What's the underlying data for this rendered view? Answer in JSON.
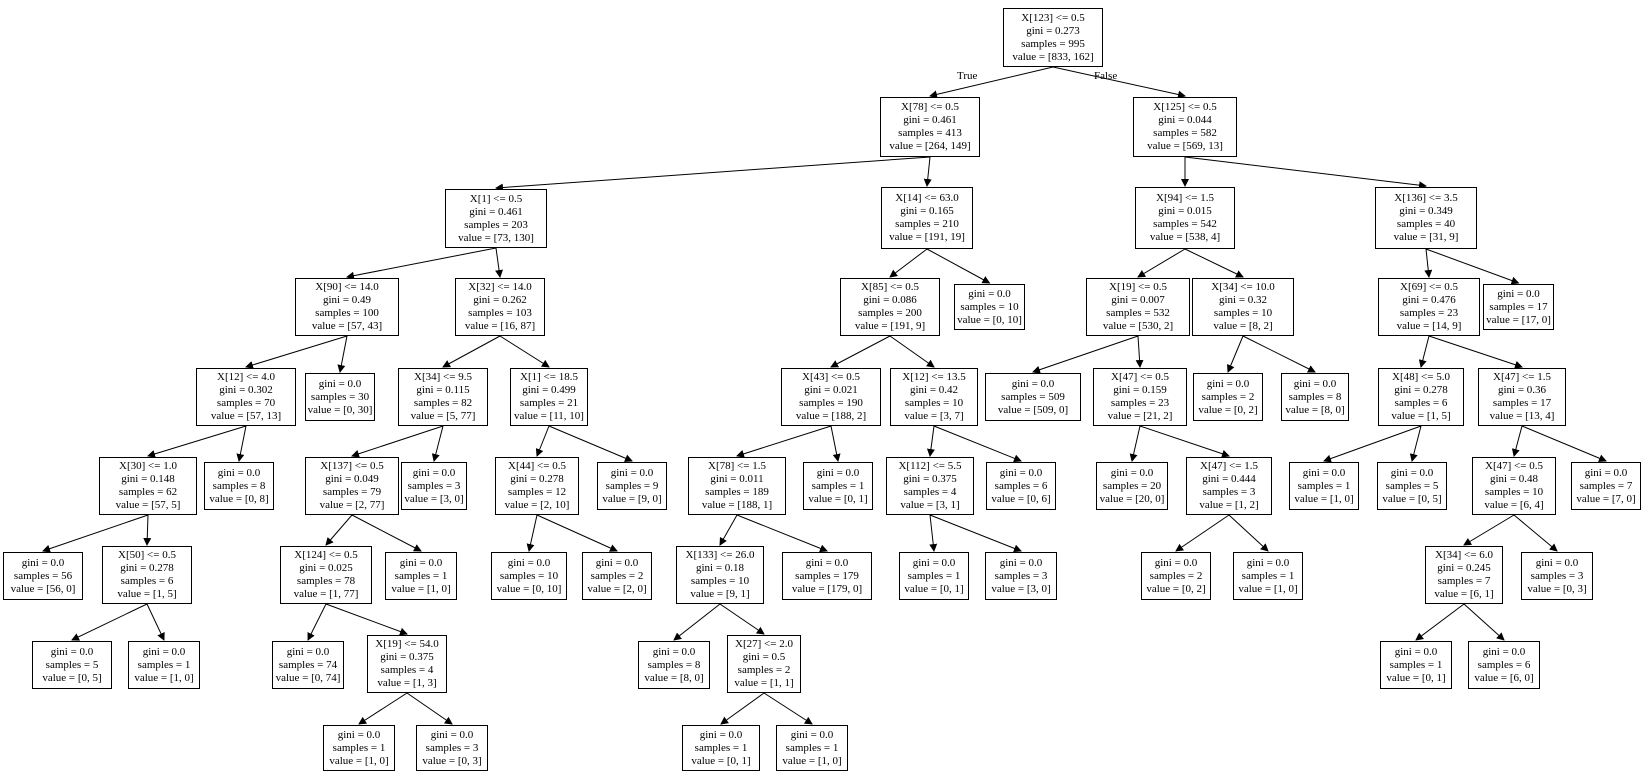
{
  "edge_labels": {
    "true_label": "True",
    "false_label": "False"
  },
  "nodes": [
    {
      "id": "n0",
      "lines": [
        "X[123] <= 0.5",
        "gini = 0.273",
        "samples = 995",
        "value = [833, 162]"
      ]
    },
    {
      "id": "n1",
      "lines": [
        "X[78] <= 0.5",
        "gini = 0.461",
        "samples = 413",
        "value = [264, 149]"
      ]
    },
    {
      "id": "n2",
      "lines": [
        "X[125] <= 0.5",
        "gini = 0.044",
        "samples = 582",
        "value = [569, 13]"
      ]
    },
    {
      "id": "n3",
      "lines": [
        "X[1] <= 0.5",
        "gini = 0.461",
        "samples = 203",
        "value = [73, 130]"
      ]
    },
    {
      "id": "n4",
      "lines": [
        "X[14] <= 63.0",
        "gini = 0.165",
        "samples = 210",
        "value = [191, 19]"
      ]
    },
    {
      "id": "n5",
      "lines": [
        "X[94] <= 1.5",
        "gini = 0.015",
        "samples = 542",
        "value = [538, 4]"
      ]
    },
    {
      "id": "n6",
      "lines": [
        "X[136] <= 3.5",
        "gini = 0.349",
        "samples = 40",
        "value = [31, 9]"
      ]
    },
    {
      "id": "n7",
      "lines": [
        "X[90] <= 14.0",
        "gini = 0.49",
        "samples = 100",
        "value = [57, 43]"
      ]
    },
    {
      "id": "n8",
      "lines": [
        "X[32] <= 14.0",
        "gini = 0.262",
        "samples = 103",
        "value = [16, 87]"
      ]
    },
    {
      "id": "n9",
      "lines": [
        "X[85] <= 0.5",
        "gini = 0.086",
        "samples = 200",
        "value = [191, 9]"
      ]
    },
    {
      "id": "n10",
      "lines": [
        "gini = 0.0",
        "samples = 10",
        "value = [0, 10]"
      ]
    },
    {
      "id": "n11",
      "lines": [
        "X[19] <= 0.5",
        "gini = 0.007",
        "samples = 532",
        "value = [530, 2]"
      ]
    },
    {
      "id": "n12",
      "lines": [
        "X[34] <= 10.0",
        "gini = 0.32",
        "samples = 10",
        "value = [8, 2]"
      ]
    },
    {
      "id": "n13",
      "lines": [
        "X[69] <= 0.5",
        "gini = 0.476",
        "samples = 23",
        "value = [14, 9]"
      ]
    },
    {
      "id": "n14",
      "lines": [
        "gini = 0.0",
        "samples = 17",
        "value = [17, 0]"
      ]
    },
    {
      "id": "n15",
      "lines": [
        "X[12] <= 4.0",
        "gini = 0.302",
        "samples = 70",
        "value = [57, 13]"
      ]
    },
    {
      "id": "n16",
      "lines": [
        "gini = 0.0",
        "samples = 30",
        "value = [0, 30]"
      ]
    },
    {
      "id": "n17",
      "lines": [
        "X[34] <= 9.5",
        "gini = 0.115",
        "samples = 82",
        "value = [5, 77]"
      ]
    },
    {
      "id": "n18",
      "lines": [
        "X[1] <= 18.5",
        "gini = 0.499",
        "samples = 21",
        "value = [11, 10]"
      ]
    },
    {
      "id": "n19",
      "lines": [
        "X[43] <= 0.5",
        "gini = 0.021",
        "samples = 190",
        "value = [188, 2]"
      ]
    },
    {
      "id": "n20",
      "lines": [
        "X[12] <= 13.5",
        "gini = 0.42",
        "samples = 10",
        "value = [3, 7]"
      ]
    },
    {
      "id": "n21",
      "lines": [
        "gini = 0.0",
        "samples = 509",
        "value = [509, 0]"
      ]
    },
    {
      "id": "n22",
      "lines": [
        "X[47] <= 0.5",
        "gini = 0.159",
        "samples = 23",
        "value = [21, 2]"
      ]
    },
    {
      "id": "n23",
      "lines": [
        "gini = 0.0",
        "samples = 2",
        "value = [0, 2]"
      ]
    },
    {
      "id": "n24",
      "lines": [
        "gini = 0.0",
        "samples = 8",
        "value = [8, 0]"
      ]
    },
    {
      "id": "n25",
      "lines": [
        "X[48] <= 5.0",
        "gini = 0.278",
        "samples = 6",
        "value = [1, 5]"
      ]
    },
    {
      "id": "n26",
      "lines": [
        "X[47] <= 1.5",
        "gini = 0.36",
        "samples = 17",
        "value = [13, 4]"
      ]
    },
    {
      "id": "n27",
      "lines": [
        "X[30] <= 1.0",
        "gini = 0.148",
        "samples = 62",
        "value = [57, 5]"
      ]
    },
    {
      "id": "n28",
      "lines": [
        "gini = 0.0",
        "samples = 8",
        "value = [0, 8]"
      ]
    },
    {
      "id": "n29",
      "lines": [
        "X[137] <= 0.5",
        "gini = 0.049",
        "samples = 79",
        "value = [2, 77]"
      ]
    },
    {
      "id": "n30",
      "lines": [
        "gini = 0.0",
        "samples = 3",
        "value = [3, 0]"
      ]
    },
    {
      "id": "n31",
      "lines": [
        "X[44] <= 0.5",
        "gini = 0.278",
        "samples = 12",
        "value = [2, 10]"
      ]
    },
    {
      "id": "n32",
      "lines": [
        "gini = 0.0",
        "samples = 9",
        "value = [9, 0]"
      ]
    },
    {
      "id": "n33",
      "lines": [
        "X[78] <= 1.5",
        "gini = 0.011",
        "samples = 189",
        "value = [188, 1]"
      ]
    },
    {
      "id": "n34",
      "lines": [
        "gini = 0.0",
        "samples = 1",
        "value = [0, 1]"
      ]
    },
    {
      "id": "n35",
      "lines": [
        "X[112] <= 5.5",
        "gini = 0.375",
        "samples = 4",
        "value = [3, 1]"
      ]
    },
    {
      "id": "n36",
      "lines": [
        "gini = 0.0",
        "samples = 6",
        "value = [0, 6]"
      ]
    },
    {
      "id": "n37",
      "lines": [
        "gini = 0.0",
        "samples = 20",
        "value = [20, 0]"
      ]
    },
    {
      "id": "n38",
      "lines": [
        "X[47] <= 1.5",
        "gini = 0.444",
        "samples = 3",
        "value = [1, 2]"
      ]
    },
    {
      "id": "n39",
      "lines": [
        "gini = 0.0",
        "samples = 1",
        "value = [1, 0]"
      ]
    },
    {
      "id": "n40",
      "lines": [
        "gini = 0.0",
        "samples = 5",
        "value = [0, 5]"
      ]
    },
    {
      "id": "n41",
      "lines": [
        "X[47] <= 0.5",
        "gini = 0.48",
        "samples = 10",
        "value = [6, 4]"
      ]
    },
    {
      "id": "n42",
      "lines": [
        "gini = 0.0",
        "samples = 7",
        "value = [7, 0]"
      ]
    },
    {
      "id": "n43",
      "lines": [
        "gini = 0.0",
        "samples = 56",
        "value = [56, 0]"
      ]
    },
    {
      "id": "n44",
      "lines": [
        "X[50] <= 0.5",
        "gini = 0.278",
        "samples = 6",
        "value = [1, 5]"
      ]
    },
    {
      "id": "n45",
      "lines": [
        "X[124] <= 0.5",
        "gini = 0.025",
        "samples = 78",
        "value = [1, 77]"
      ]
    },
    {
      "id": "n46",
      "lines": [
        "gini = 0.0",
        "samples = 1",
        "value = [1, 0]"
      ]
    },
    {
      "id": "n47",
      "lines": [
        "gini = 0.0",
        "samples = 10",
        "value = [0, 10]"
      ]
    },
    {
      "id": "n48",
      "lines": [
        "gini = 0.0",
        "samples = 2",
        "value = [2, 0]"
      ]
    },
    {
      "id": "n49",
      "lines": [
        "X[133] <= 26.0",
        "gini = 0.18",
        "samples = 10",
        "value = [9, 1]"
      ]
    },
    {
      "id": "n50",
      "lines": [
        "gini = 0.0",
        "samples = 179",
        "value = [179, 0]"
      ]
    },
    {
      "id": "n51",
      "lines": [
        "gini = 0.0",
        "samples = 1",
        "value = [0, 1]"
      ]
    },
    {
      "id": "n52",
      "lines": [
        "gini = 0.0",
        "samples = 3",
        "value = [3, 0]"
      ]
    },
    {
      "id": "n53",
      "lines": [
        "gini = 0.0",
        "samples = 2",
        "value = [0, 2]"
      ]
    },
    {
      "id": "n54",
      "lines": [
        "gini = 0.0",
        "samples = 1",
        "value = [1, 0]"
      ]
    },
    {
      "id": "n55",
      "lines": [
        "X[34] <= 6.0",
        "gini = 0.245",
        "samples = 7",
        "value = [6, 1]"
      ]
    },
    {
      "id": "n56",
      "lines": [
        "gini = 0.0",
        "samples = 3",
        "value = [0, 3]"
      ]
    },
    {
      "id": "n57",
      "lines": [
        "gini = 0.0",
        "samples = 5",
        "value = [0, 5]"
      ]
    },
    {
      "id": "n58",
      "lines": [
        "gini = 0.0",
        "samples = 1",
        "value = [1, 0]"
      ]
    },
    {
      "id": "n59",
      "lines": [
        "gini = 0.0",
        "samples = 74",
        "value = [0, 74]"
      ]
    },
    {
      "id": "n60",
      "lines": [
        "X[19] <= 54.0",
        "gini = 0.375",
        "samples = 4",
        "value = [1, 3]"
      ]
    },
    {
      "id": "n61",
      "lines": [
        "gini = 0.0",
        "samples = 8",
        "value = [8, 0]"
      ]
    },
    {
      "id": "n62",
      "lines": [
        "X[27] <= 2.0",
        "gini = 0.5",
        "samples = 2",
        "value = [1, 1]"
      ]
    },
    {
      "id": "n63",
      "lines": [
        "gini = 0.0",
        "samples = 1",
        "value = [0, 1]"
      ]
    },
    {
      "id": "n64",
      "lines": [
        "gini = 0.0",
        "samples = 6",
        "value = [6, 0]"
      ]
    },
    {
      "id": "n65",
      "lines": [
        "gini = 0.0",
        "samples = 1",
        "value = [1, 0]"
      ]
    },
    {
      "id": "n66",
      "lines": [
        "gini = 0.0",
        "samples = 3",
        "value = [0, 3]"
      ]
    },
    {
      "id": "n67",
      "lines": [
        "gini = 0.0",
        "samples = 1",
        "value = [0, 1]"
      ]
    },
    {
      "id": "n68",
      "lines": [
        "gini = 0.0",
        "samples = 1",
        "value = [1, 0]"
      ]
    }
  ],
  "edges": [
    [
      "n0",
      "n1"
    ],
    [
      "n0",
      "n2"
    ],
    [
      "n1",
      "n3"
    ],
    [
      "n1",
      "n4"
    ],
    [
      "n2",
      "n5"
    ],
    [
      "n2",
      "n6"
    ],
    [
      "n3",
      "n7"
    ],
    [
      "n3",
      "n8"
    ],
    [
      "n4",
      "n9"
    ],
    [
      "n4",
      "n10"
    ],
    [
      "n5",
      "n11"
    ],
    [
      "n5",
      "n12"
    ],
    [
      "n6",
      "n13"
    ],
    [
      "n6",
      "n14"
    ],
    [
      "n7",
      "n15"
    ],
    [
      "n7",
      "n16"
    ],
    [
      "n8",
      "n17"
    ],
    [
      "n8",
      "n18"
    ],
    [
      "n9",
      "n19"
    ],
    [
      "n9",
      "n20"
    ],
    [
      "n11",
      "n21"
    ],
    [
      "n11",
      "n22"
    ],
    [
      "n12",
      "n23"
    ],
    [
      "n12",
      "n24"
    ],
    [
      "n13",
      "n25"
    ],
    [
      "n13",
      "n26"
    ],
    [
      "n15",
      "n27"
    ],
    [
      "n15",
      "n28"
    ],
    [
      "n17",
      "n29"
    ],
    [
      "n17",
      "n30"
    ],
    [
      "n18",
      "n31"
    ],
    [
      "n18",
      "n32"
    ],
    [
      "n19",
      "n33"
    ],
    [
      "n19",
      "n34"
    ],
    [
      "n20",
      "n35"
    ],
    [
      "n20",
      "n36"
    ],
    [
      "n22",
      "n37"
    ],
    [
      "n22",
      "n38"
    ],
    [
      "n25",
      "n39"
    ],
    [
      "n25",
      "n40"
    ],
    [
      "n26",
      "n41"
    ],
    [
      "n26",
      "n42"
    ],
    [
      "n27",
      "n43"
    ],
    [
      "n27",
      "n44"
    ],
    [
      "n29",
      "n45"
    ],
    [
      "n29",
      "n46"
    ],
    [
      "n31",
      "n47"
    ],
    [
      "n31",
      "n48"
    ],
    [
      "n33",
      "n49"
    ],
    [
      "n33",
      "n50"
    ],
    [
      "n35",
      "n51"
    ],
    [
      "n35",
      "n52"
    ],
    [
      "n38",
      "n53"
    ],
    [
      "n38",
      "n54"
    ],
    [
      "n41",
      "n55"
    ],
    [
      "n41",
      "n56"
    ],
    [
      "n44",
      "n57"
    ],
    [
      "n44",
      "n58"
    ],
    [
      "n45",
      "n59"
    ],
    [
      "n45",
      "n60"
    ],
    [
      "n49",
      "n61"
    ],
    [
      "n49",
      "n62"
    ],
    [
      "n55",
      "n63"
    ],
    [
      "n55",
      "n64"
    ],
    [
      "n60",
      "n65"
    ],
    [
      "n60",
      "n66"
    ],
    [
      "n62",
      "n67"
    ],
    [
      "n62",
      "n68"
    ]
  ]
}
